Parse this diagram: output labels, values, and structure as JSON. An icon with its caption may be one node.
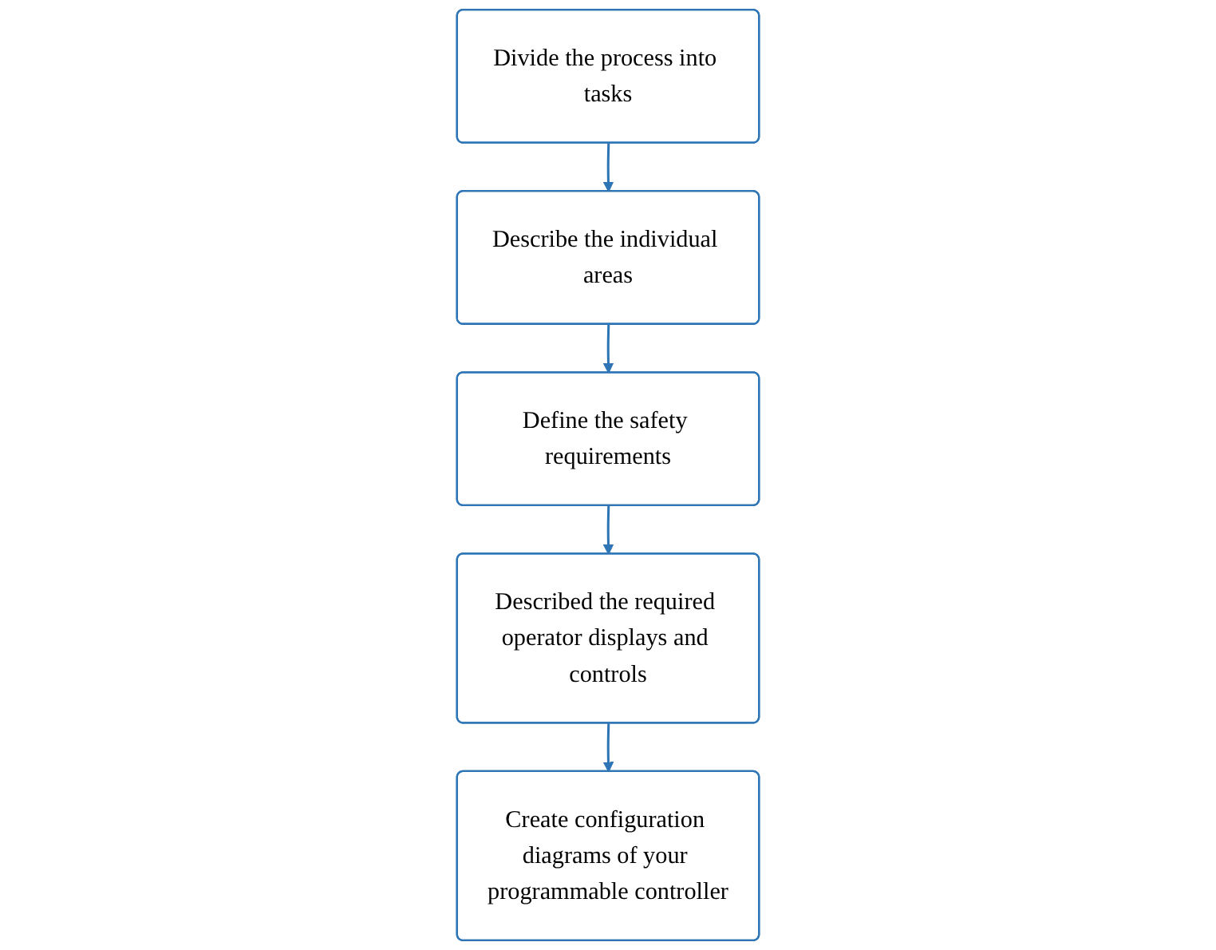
{
  "diagram": {
    "nodes": [
      {
        "text": [
          "Divide the process into tasks"
        ]
      },
      {
        "text": [
          "Describe the individual areas"
        ]
      },
      {
        "text": [
          "Define the safety requirements"
        ]
      },
      {
        "text": [
          "Described the required operator displays and controls"
        ]
      },
      {
        "text": [
          "Create configuration diagrams of your programmable controller"
        ]
      }
    ],
    "edges": [
      {
        "from": 0,
        "to": 1,
        "arrow": "to"
      },
      {
        "from": 1,
        "to": 2,
        "arrow": "to"
      },
      {
        "from": 2,
        "to": 3,
        "arrow": "to"
      },
      {
        "from": 3,
        "to": 4,
        "arrow": "to"
      }
    ]
  }
}
